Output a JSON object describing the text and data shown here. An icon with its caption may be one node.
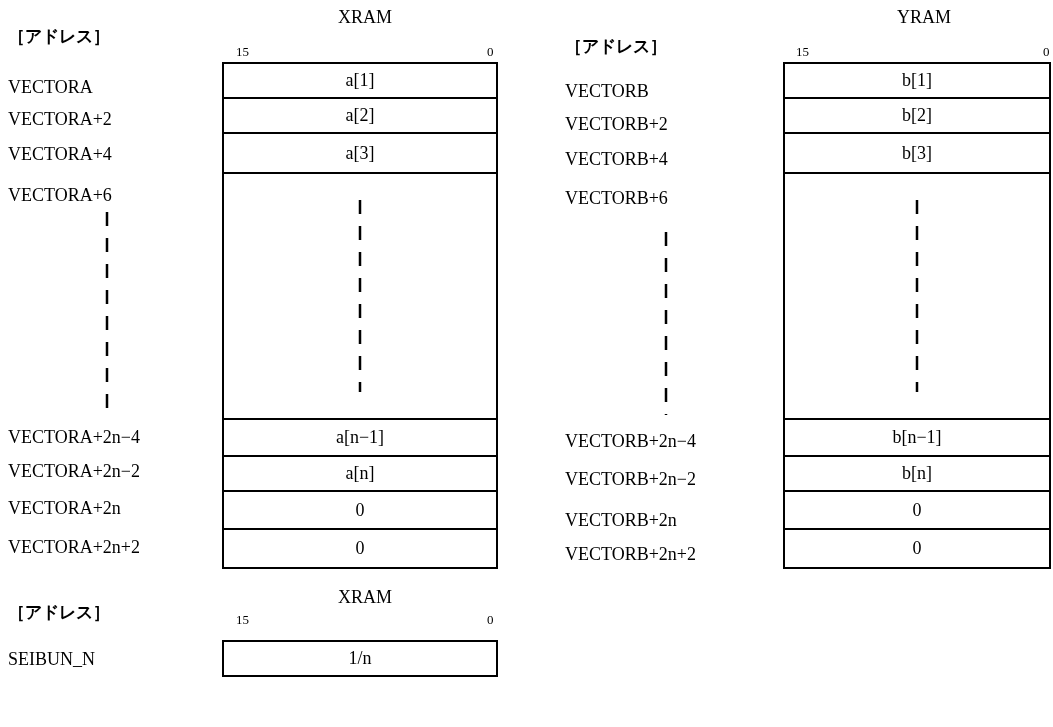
{
  "diagram": {
    "nodes": [
      {
        "text": [
          "a[1]"
        ]
      },
      {
        "text": [
          "a[2]"
        ]
      },
      {
        "text": [
          "a[3]"
        ]
      },
      {
        "text": [],
        "shape": "box"
      },
      {
        "text": [
          "a[n−1]"
        ]
      },
      {
        "text": [
          "a[n]"
        ]
      },
      {
        "text": [
          "0"
        ]
      },
      {
        "text": [
          "0"
        ]
      },
      {
        "text": [
          "b[1]"
        ]
      },
      {
        "text": [
          "b[2]"
        ]
      },
      {
        "text": [
          "b[3]"
        ]
      },
      {
        "text": [],
        "shape": "box"
      },
      {
        "text": [
          "b[n−1]"
        ]
      },
      {
        "text": [
          "b[n]"
        ]
      },
      {
        "text": [
          "0"
        ]
      },
      {
        "text": [
          "0"
        ]
      },
      {
        "text": [
          "1/n"
        ]
      }
    ],
    "labels": [
      "［アドレス］",
      "XRAM",
      "15",
      "0",
      "VECTORA",
      "VECTORA+2",
      "VECTORA+4",
      "VECTORA+6",
      "VECTORA+2n−4",
      "VECTORA+2n−2",
      "VECTORA+2n",
      "VECTORA+2n+2",
      "［アドレス］",
      "YRAM",
      "15",
      "0",
      "VECTORB",
      "VECTORB+2",
      "VECTORB+4",
      "VECTORB+6",
      "VECTORB+2n−4",
      "VECTORB+2n−2",
      "VECTORB+2n",
      "VECTORB+2n+2",
      "XRAM",
      "［アドレス］",
      "15",
      "0",
      "SEIBUN_N"
    ]
  }
}
